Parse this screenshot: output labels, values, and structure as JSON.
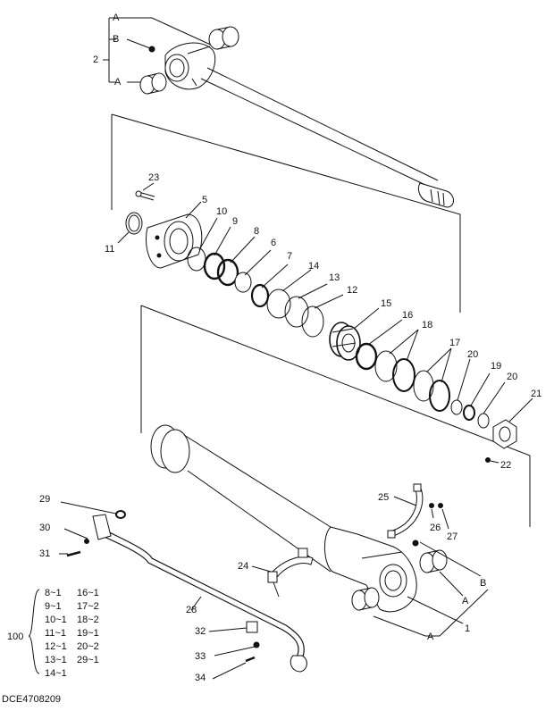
{
  "drawing_code": "DCE4708209",
  "callouts": [
    {
      "id": "c-A-top",
      "text": "A"
    },
    {
      "id": "c-B-top",
      "text": "B"
    },
    {
      "id": "c-2",
      "text": "2"
    },
    {
      "id": "c-A-mid",
      "text": "A"
    },
    {
      "id": "c-23",
      "text": "23"
    },
    {
      "id": "c-5",
      "text": "5"
    },
    {
      "id": "c-10",
      "text": "10"
    },
    {
      "id": "c-9",
      "text": "9"
    },
    {
      "id": "c-8",
      "text": "8"
    },
    {
      "id": "c-6",
      "text": "6"
    },
    {
      "id": "c-7",
      "text": "7"
    },
    {
      "id": "c-14",
      "text": "14"
    },
    {
      "id": "c-13",
      "text": "13"
    },
    {
      "id": "c-12",
      "text": "12"
    },
    {
      "id": "c-11",
      "text": "11"
    },
    {
      "id": "c-15",
      "text": "15"
    },
    {
      "id": "c-16",
      "text": "16"
    },
    {
      "id": "c-18",
      "text": "18"
    },
    {
      "id": "c-17",
      "text": "17"
    },
    {
      "id": "c-20a",
      "text": "20"
    },
    {
      "id": "c-19",
      "text": "19"
    },
    {
      "id": "c-20b",
      "text": "20"
    },
    {
      "id": "c-21",
      "text": "21"
    },
    {
      "id": "c-22",
      "text": "22"
    },
    {
      "id": "c-29",
      "text": "29"
    },
    {
      "id": "c-25",
      "text": "25"
    },
    {
      "id": "c-26",
      "text": "26"
    },
    {
      "id": "c-27",
      "text": "27"
    },
    {
      "id": "c-30",
      "text": "30"
    },
    {
      "id": "c-31",
      "text": "31"
    },
    {
      "id": "c-24",
      "text": "24"
    },
    {
      "id": "c-B-low",
      "text": "B"
    },
    {
      "id": "c-A-low1",
      "text": "A"
    },
    {
      "id": "c-28",
      "text": "28"
    },
    {
      "id": "c-32",
      "text": "32"
    },
    {
      "id": "c-33",
      "text": "33"
    },
    {
      "id": "c-34",
      "text": "34"
    },
    {
      "id": "c-1",
      "text": "1"
    },
    {
      "id": "c-A-low2",
      "text": "A"
    },
    {
      "id": "c-100",
      "text": "100"
    }
  ],
  "seal_kit": {
    "left_column": [
      "8~1",
      "9~1",
      "10~1",
      "11~1",
      "12~1",
      "13~1",
      "14~1"
    ],
    "right_column": [
      "16~1",
      "17~2",
      "18~2",
      "19~1",
      "20~2",
      "29~1"
    ]
  }
}
